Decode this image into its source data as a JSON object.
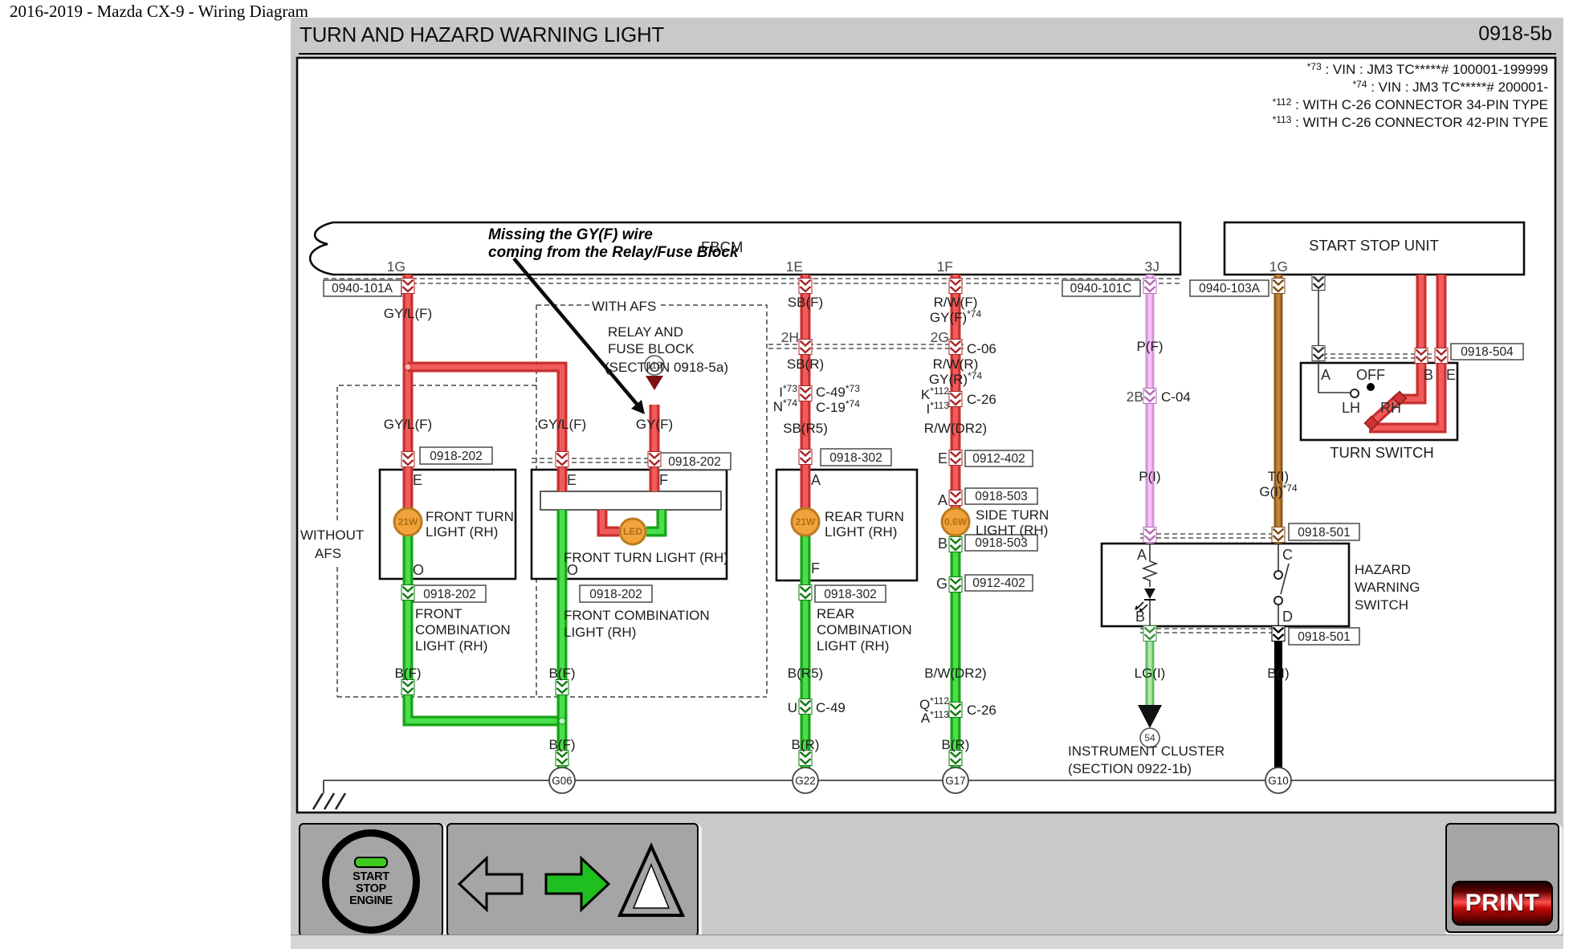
{
  "window": {
    "title": "2016-2019 - Mazda CX-9 - Wiring Diagram"
  },
  "header": {
    "title": "TURN AND HAZARD WARNING LIGHT",
    "code": "0918-5b"
  },
  "notes": [
    {
      "sup": "*73",
      "text": " : VIN : JM3 TC*****# 100001-199999"
    },
    {
      "sup": "*74",
      "text": " : VIN : JM3 TC*****# 200001-"
    },
    {
      "sup": "*112",
      "text": " : WITH C-26 CONNECTOR 34-PIN TYPE"
    },
    {
      "sup": "*113",
      "text": " : WITH C-26 CONNECTOR 42-PIN TYPE"
    }
  ],
  "annotation": {
    "line1": "Missing the GY(F) wire",
    "line2": "coming from the Relay/Fuse Block"
  },
  "modules": {
    "fbcm": "FBCM",
    "start_stop_unit": "START STOP UNIT",
    "turn_switch": "TURN SWITCH",
    "hazard": [
      "HAZARD",
      "WARNING",
      "SWITCH"
    ],
    "relay": [
      "RELAY AND",
      "FUSE BLOCK",
      "(SECTION 0918-5a)"
    ],
    "cluster": [
      "INSTRUMENT CLUSTER",
      "(SECTION 0922-1b)"
    ],
    "front_turn": [
      "FRONT TURN",
      "LIGHT (RH)"
    ],
    "front_turn_mid": "FRONT TURN LIGHT (RH)",
    "rear_turn": [
      "REAR TURN",
      "LIGHT (RH)"
    ],
    "side_turn": [
      "SIDE TURN",
      "LIGHT (RH)"
    ],
    "front_comb": [
      "FRONT",
      "COMBINATION",
      "LIGHT (RH)"
    ],
    "front_comb_mid": [
      "FRONT COMBINATION",
      "LIGHT (RH)"
    ],
    "rear_comb": [
      "REAR",
      "COMBINATION",
      "LIGHT (RH)"
    ],
    "with_afs": "WITH AFS",
    "without_afs": [
      "WITHOUT",
      "AFS"
    ]
  },
  "connectors": {
    "c1g_l": "1G",
    "c1e": "1E",
    "c1f": "1F",
    "c3j": "3J",
    "c1g_r": "1G",
    "c2h": "2H",
    "c2g": "2G",
    "c2b": "2B",
    "c06": "C-06",
    "c04": "C-04",
    "c26": "C-26",
    "c49": "C-49",
    "c19": "C-19"
  },
  "codes": {
    "x0940_101a": "0940-101A",
    "x0940_101c": "0940-101C",
    "x0940_103a": "0940-103A",
    "x0918_202": "0918-202",
    "x0918_302": "0918-302",
    "x0918_503": "0918-503",
    "x0912_402": "0912-402",
    "x0918_501": "0918-501",
    "x0918_504": "0918-504"
  },
  "wires": {
    "gyl_f": "GY/L(F)",
    "gy_f": "GY(F)",
    "gy_r": "GY(R)",
    "sb_f": "SB(F)",
    "sb_r": "SB(R)",
    "sb_r5": "SB(R5)",
    "rw_f": "R/W(F)",
    "rw_r": "R/W(R)",
    "rw_dr2": "R/W(DR2)",
    "bw_dr2": "B/W(DR2)",
    "b_f": "B(F)",
    "b_r": "B(R)",
    "b_r5": "B(R5)",
    "b_i": "B(I)",
    "lg_i": "LG(I)",
    "p_f": "P(F)",
    "p_i": "P(I)",
    "t_i": "T(I)",
    "g_i": "G(I)"
  },
  "sups": {
    "s73": "*73",
    "s74": "*74",
    "s112": "*112",
    "s113": "*113"
  },
  "pins": {
    "e": "E",
    "f": "F",
    "o": "O",
    "a": "A",
    "b": "B",
    "c": "C",
    "d": "D",
    "g": "G",
    "u": "U",
    "q": "Q",
    "i": "I",
    "n": "N",
    "k": "K",
    "off": "OFF",
    "lh": "LH",
    "rh": "RH"
  },
  "symbols": {
    "bulb21": "21W",
    "bulb06": "0.6W",
    "led": "LED",
    "n119": "119",
    "n54": "54"
  },
  "grounds": {
    "g06": "G06",
    "g22": "G22",
    "g17": "G17",
    "g10": "G10"
  },
  "toolbar": {
    "start": [
      "START",
      "STOP",
      "ENGINE"
    ],
    "print": "PRINT"
  }
}
